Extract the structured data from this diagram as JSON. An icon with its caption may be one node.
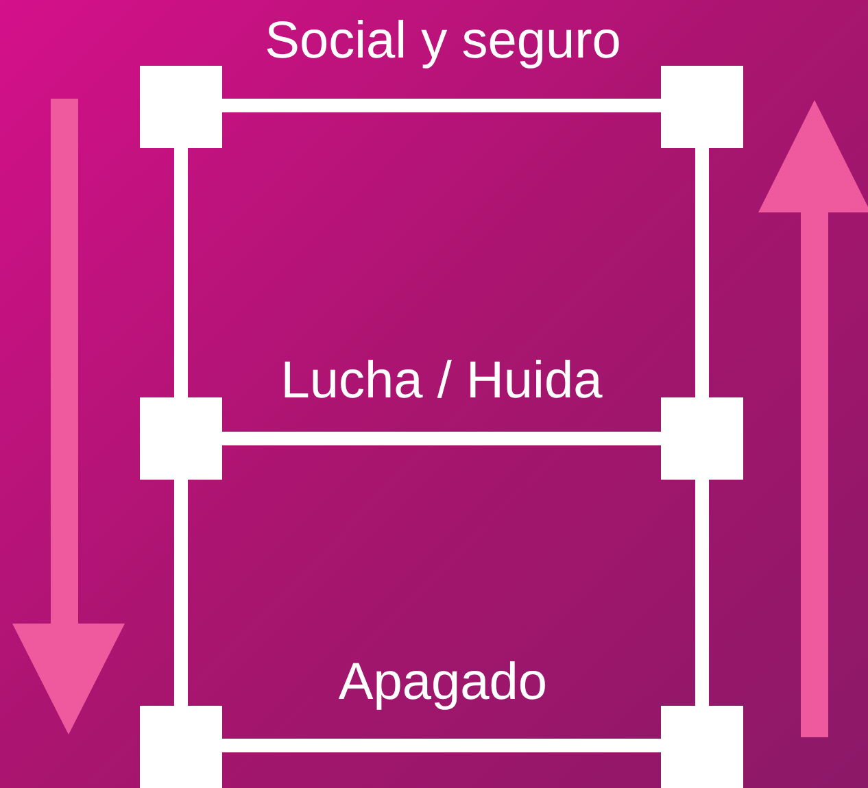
{
  "diagram": {
    "labels": [
      "Social y seguro",
      "Lucha / Huida",
      "Apagado"
    ]
  }
}
